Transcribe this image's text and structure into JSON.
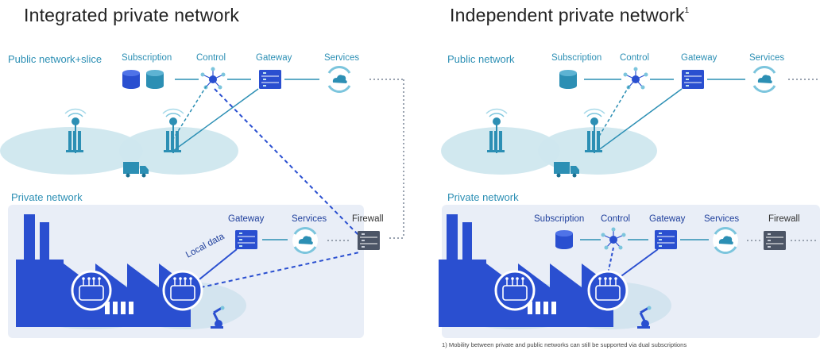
{
  "left": {
    "title": "Integrated private network",
    "public_label": "Public network+slice",
    "subscription": "Subscription",
    "control": "Control",
    "gateway": "Gateway",
    "services": "Services",
    "private_label": "Private network",
    "private_gateway": "Gateway",
    "private_services": "Services",
    "firewall": "Firewall",
    "local_data": "Local data"
  },
  "right": {
    "title": "Independent private network",
    "title_sup": "1",
    "public_label": "Public network",
    "subscription": "Subscription",
    "control": "Control",
    "gateway": "Gateway",
    "services": "Services",
    "private_label": "Private network",
    "private_subscription": "Subscription",
    "private_control": "Control",
    "private_gateway": "Gateway",
    "private_services": "Services",
    "firewall": "Firewall"
  },
  "footnote": "1) Mobility between private and public networks can still be supported via dual subscriptions",
  "colors": {
    "teal": "#2c8fb4",
    "blue": "#2a4fd0",
    "ellipse": "#cfe7ee",
    "private_bg": "#e9eef7"
  }
}
